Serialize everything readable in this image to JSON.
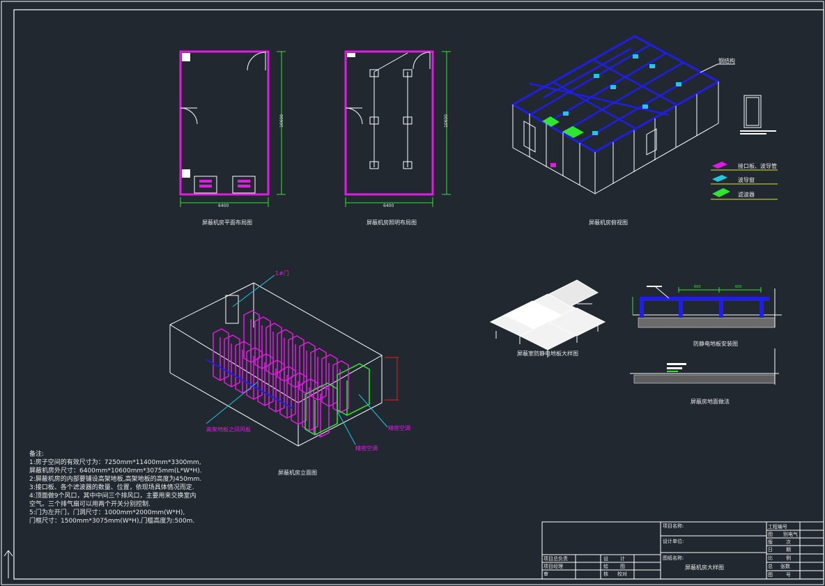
{
  "colors": {
    "background": "#212830",
    "frame": "#e6e6e6",
    "magenta": "#e31ae3",
    "green": "#2ee62e",
    "blue": "#1e1ee6",
    "white": "#ffffff",
    "cyan": "#1ec8e6",
    "red": "#e61e1e"
  },
  "views": {
    "plan_layout": "屏蔽机房平面布局图",
    "plan_lighting": "屏蔽机房照明布局图",
    "iso_top": "屏蔽机房俯视图",
    "elevation": "屏蔽机房立面图",
    "floor_detail": "屏蔽室防静电地板大样图",
    "floor_install": "防静电地板安装图",
    "ground_method": "屏蔽房地面做法"
  },
  "dims": {
    "plan_width": "6400",
    "plan_height": "10600",
    "light_width": "6400",
    "light_height": "10600",
    "floor_span_1": "600",
    "floor_span_2": "600"
  },
  "callouts": {
    "steel": "钢结构",
    "door": "1#门",
    "floor_vent": "高架地板之间风板",
    "ac_1": "精密空调",
    "ac_2": "精密空调"
  },
  "legend": [
    {
      "icon": "interface-plate-icon",
      "label": "接口板、波导管"
    },
    {
      "icon": "waveguide-window-icon",
      "label": "波导窗"
    },
    {
      "icon": "filter-icon",
      "label": "滤波器"
    }
  ],
  "notes": {
    "title": "备注:",
    "lines": [
      "1:房子空间的有效尺寸为：7250mm*11400mm*3300mm,",
      "   屏蔽机房外尺寸：6400mm*10600mm*3075mm(L*W*H).",
      "2:屏蔽机房的内部要铺设高架地板,高架地板的高度为450mm.",
      "3:接口板、各个滤波器的数量、位置，依现场具体情况而定.",
      "4:顶面做9个风口，其中中间三个排风口，主要用来交换室内",
      "   空气。三个排气扇可以用两个开关分别控制.",
      "5:门为左开门，门洞尺寸：1000mm*2000mm(W*H),",
      "   门框尺寸：1500mm*3075mm(W*H),门槛高度为:500m."
    ]
  },
  "titleblock": {
    "project_name_label": "项目名称:",
    "design_unit_label": "设计单位:",
    "drawing_name_label": "图纸名称:",
    "drawing_name": "屏蔽机房大样图",
    "left_rows": [
      [
        "项目总负责",
        "设",
        "计"
      ],
      [
        "项目经理",
        "绘",
        "图"
      ],
      [
        "审",
        "核",
        "校对"
      ]
    ],
    "right_rows": [
      [
        "工程编号",
        ""
      ],
      [
        "图",
        "别电气"
      ],
      [
        "版",
        "次"
      ],
      [
        "日",
        "期"
      ],
      [
        "比",
        "例"
      ],
      [
        "总",
        "张数"
      ],
      [
        "图",
        "号"
      ]
    ]
  }
}
